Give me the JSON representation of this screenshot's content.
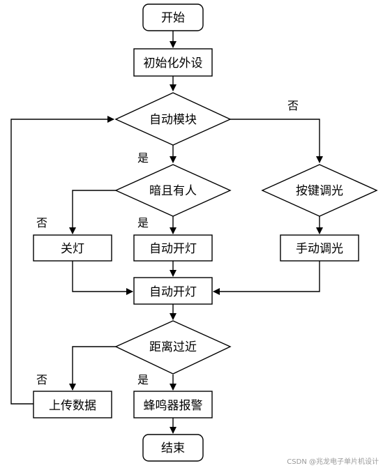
{
  "nodes": {
    "start": "开始",
    "init": "初始化外设",
    "auto_module": "自动模块",
    "dark_person": "暗且有人",
    "key_dim": "按键调光",
    "light_off": "关灯",
    "auto_on_1": "自动开灯",
    "manual_dim": "手动调光",
    "auto_on_2": "自动开灯",
    "too_close": "距离过近",
    "upload": "上传数据",
    "buzzer": "蜂鸣器报警",
    "end": "结束"
  },
  "labels": {
    "auto_no": "否",
    "auto_yes": "是",
    "dark_no": "否",
    "dark_yes": "是",
    "close_no": "否",
    "close_yes": "是"
  },
  "watermark": "CSDN @兆龙电子单片机设计"
}
